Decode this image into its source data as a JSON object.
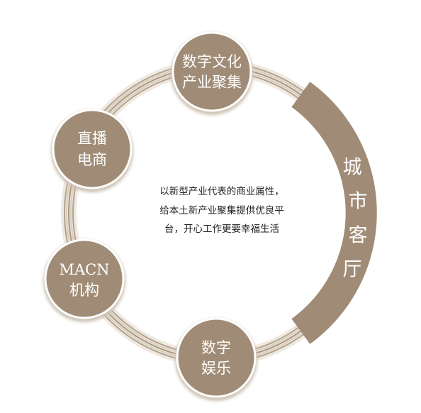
{
  "colors": {
    "node_fill": "#a08c76",
    "node_border": "#ffffff",
    "node_shadow": "#cfc4b6",
    "ring_dark": "#a8967f",
    "ring_light": "#e9e2d8",
    "banner_fill": "#a08c76",
    "center_text": "#222222"
  },
  "banner": {
    "label": [
      "城",
      "市",
      "客",
      "厅"
    ]
  },
  "center": {
    "lines": [
      "以新型产业代表的商业属性，",
      "给本土新产业聚集提供优良平",
      "台，开心工作更要幸福生活"
    ]
  },
  "nodes": [
    {
      "id": "digital-culture",
      "lines": [
        "数字文化",
        "产业聚集"
      ]
    },
    {
      "id": "livestream",
      "lines": [
        "直播",
        "电商"
      ]
    },
    {
      "id": "macn",
      "lines": [
        "MACN",
        "机构"
      ]
    },
    {
      "id": "digital-entertainment",
      "lines": [
        "数字",
        "娱乐"
      ]
    }
  ]
}
